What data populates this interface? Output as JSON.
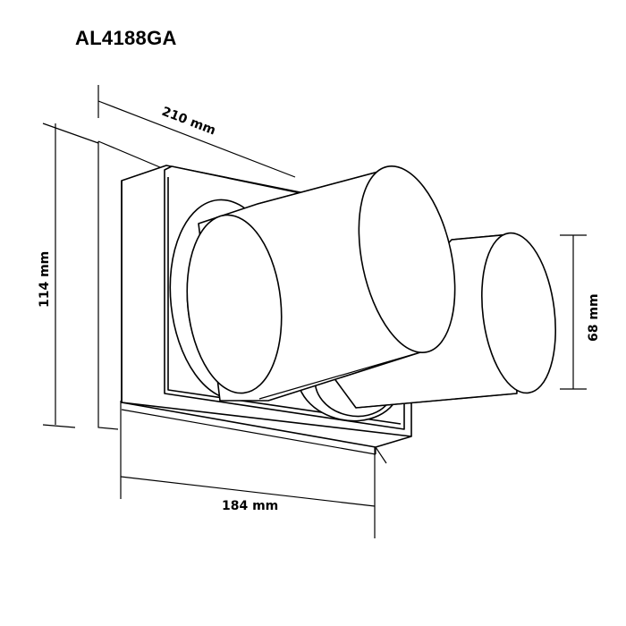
{
  "title": "AL4188GA",
  "dimensions": {
    "top_width": "210 mm",
    "height": "114 mm",
    "bottom_width": "184 mm",
    "head_diameter": "68 mm"
  },
  "colors": {
    "line": "#000000",
    "background": "#ffffff"
  }
}
